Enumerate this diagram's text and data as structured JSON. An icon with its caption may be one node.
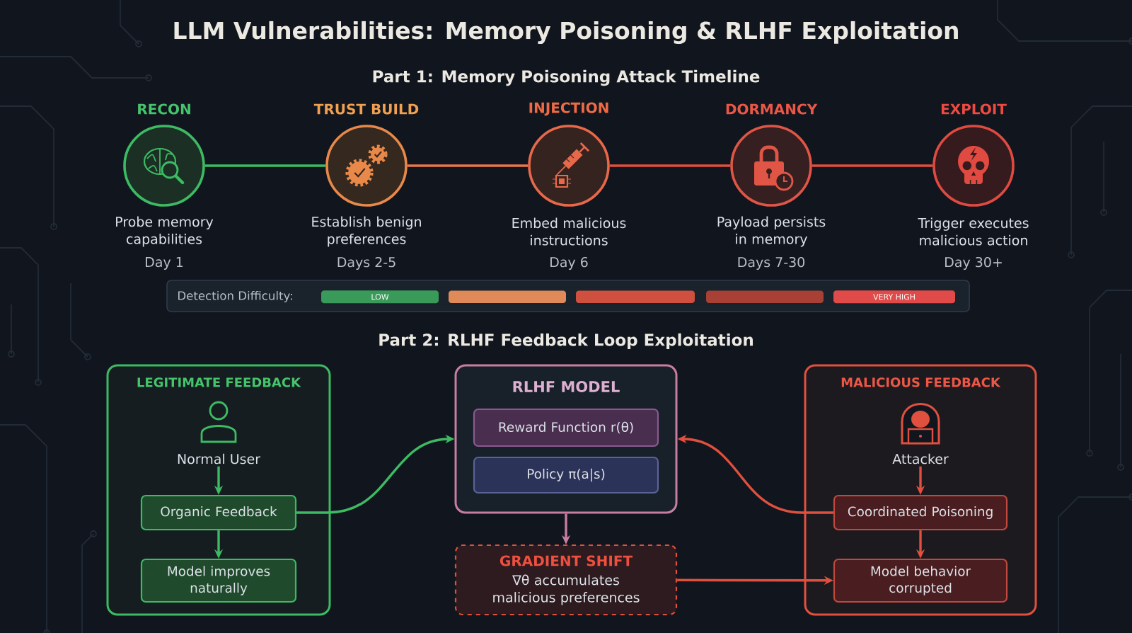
{
  "diagram": {
    "title": "LLM Vulnerabilities: Memory Poisoning & RLHF Exploitation",
    "nodes": [
      {
        "text": [
          "RECON",
          "Probe memory capabilities"
        ],
        "beside": [
          "Day 1"
        ]
      },
      {
        "text": [
          "TRUST BUILD",
          "Establish benign preferences"
        ],
        "beside": [
          "Days 2-5"
        ]
      },
      {
        "text": [
          "INJECTION",
          "Embed malicious instructions"
        ],
        "beside": [
          "Day 6"
        ]
      },
      {
        "text": [
          "DORMANCY",
          "Payload persists in memory"
        ],
        "beside": [
          "Days 7-30"
        ]
      },
      {
        "text": [
          "EXPLOIT",
          "Trigger executes malicious action"
        ],
        "beside": [
          "Day 30+"
        ]
      },
      {
        "text": [
          "LEGITIMATE FEEDBACK"
        ]
      },
      {
        "text": [
          "Normal User"
        ],
        "in": 5
      },
      {
        "text": [
          "Organic Feedback"
        ],
        "in": 5
      },
      {
        "text": [
          "Model improves naturally"
        ],
        "in": 5
      },
      {
        "text": [
          "RLHF MODEL"
        ]
      },
      {
        "text": [
          "Reward Function r(θ)"
        ],
        "in": 9
      },
      {
        "text": [
          "Policy π(a|s)"
        ],
        "in": 9
      },
      {
        "text": [
          "GRADIENT SHIFT",
          "∇θ accumulates malicious preferences"
        ]
      },
      {
        "text": [
          "MALICIOUS FEEDBACK"
        ]
      },
      {
        "text": [
          "Attacker"
        ],
        "in": 13
      },
      {
        "text": [
          "Coordinated Poisoning"
        ],
        "in": 13
      },
      {
        "text": [
          "Model behavior corrupted"
        ],
        "in": 13
      }
    ],
    "edges": [
      {
        "from": 0,
        "to": 1,
        "arrow": "none",
        "color": "#3dbb63"
      },
      {
        "from": 1,
        "to": 2,
        "arrow": "none",
        "color": "#e8784a"
      },
      {
        "from": 2,
        "to": 3,
        "arrow": "none"
      },
      {
        "from": 3,
        "to": 4,
        "arrow": "none"
      },
      {
        "from": 6,
        "to": 7,
        "arrow": "to",
        "color": "#3dbb63"
      },
      {
        "from": 7,
        "to": 8,
        "arrow": "to",
        "color": "#3dbb63"
      },
      {
        "from": 7,
        "to": 9,
        "arrow": "to",
        "color": "#3dbb63"
      },
      {
        "from": 14,
        "to": 15,
        "arrow": "to"
      },
      {
        "from": 15,
        "to": 16,
        "arrow": "to"
      },
      {
        "from": 15,
        "to": 9,
        "arrow": "to"
      },
      {
        "from": 9,
        "to": 12,
        "arrow": "to",
        "color": "#c87ea0"
      },
      {
        "from": 12,
        "to": 16,
        "arrow": "to"
      }
    ],
    "labels": [
      "Part 1: Memory Poisoning Attack Timeline",
      "Detection Difficulty:",
      "LOW",
      "VERY HIGH",
      "Part 2: RLHF Feedback Loop Exploitation"
    ]
  }
}
